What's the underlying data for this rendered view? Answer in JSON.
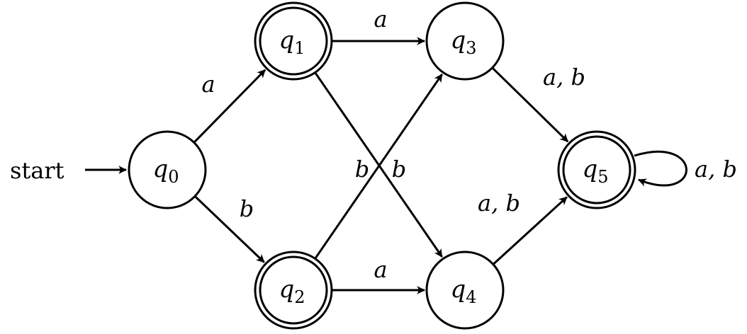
{
  "diagram": {
    "type": "finite-automaton",
    "start_label": "start",
    "start_state": "q0",
    "states": [
      {
        "id": "q0",
        "name": "q",
        "sub": "0",
        "accepting": false
      },
      {
        "id": "q1",
        "name": "q",
        "sub": "1",
        "accepting": true
      },
      {
        "id": "q2",
        "name": "q",
        "sub": "2",
        "accepting": true
      },
      {
        "id": "q3",
        "name": "q",
        "sub": "3",
        "accepting": false
      },
      {
        "id": "q4",
        "name": "q",
        "sub": "4",
        "accepting": false
      },
      {
        "id": "q5",
        "name": "q",
        "sub": "5",
        "accepting": true
      }
    ],
    "transitions": [
      {
        "from": "q0",
        "to": "q1",
        "label": "a"
      },
      {
        "from": "q0",
        "to": "q2",
        "label": "b"
      },
      {
        "from": "q1",
        "to": "q3",
        "label": "a"
      },
      {
        "from": "q1",
        "to": "q4",
        "label": "b"
      },
      {
        "from": "q2",
        "to": "q3",
        "label": "b"
      },
      {
        "from": "q2",
        "to": "q4",
        "label": "a"
      },
      {
        "from": "q3",
        "to": "q5",
        "label": "a, b"
      },
      {
        "from": "q4",
        "to": "q5",
        "label": "a, b"
      },
      {
        "from": "q5",
        "to": "q5",
        "label": "a, b"
      }
    ]
  }
}
